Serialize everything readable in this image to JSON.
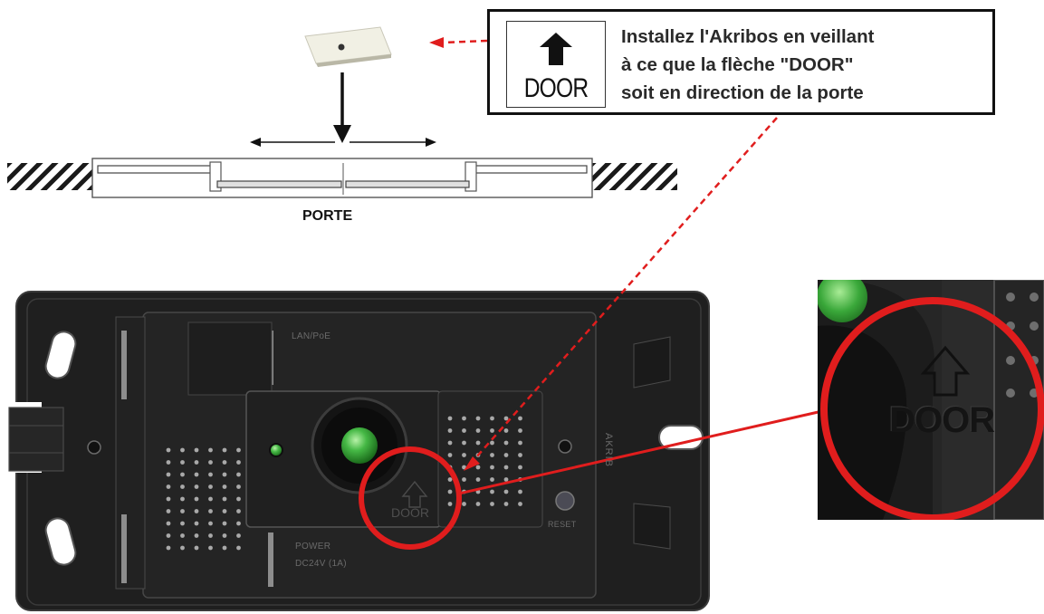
{
  "callout": {
    "icon_text": "DOOR",
    "lines": [
      "Installez l'Akribos en veillant",
      "à ce que la flèche \"DOOR\"",
      "soit en direction de la porte"
    ]
  },
  "door_diagram": {
    "label": "PORTE"
  },
  "device": {
    "lan_label": "LAN/PoE",
    "power_label": "POWER",
    "voltage_label": "DC24V (1A)",
    "reset_label": "RESET",
    "side_label": "AKRIB",
    "door_mark": "DOOR"
  },
  "zoom": {
    "door_mark": "DOOR"
  },
  "colors": {
    "annotation_red": "#e01d1d",
    "device_body": "#1e1e1e",
    "led_green": "#3aa83a"
  }
}
